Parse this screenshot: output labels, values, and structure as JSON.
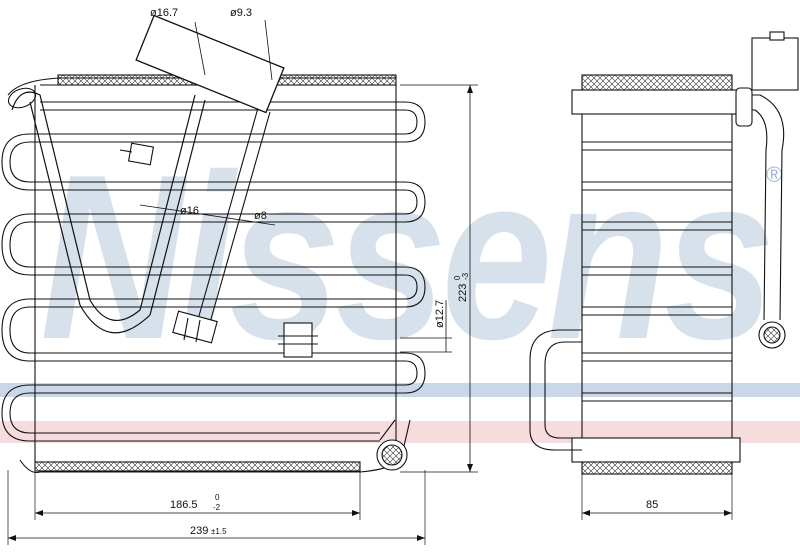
{
  "brand": {
    "watermark": "Nissens",
    "registered_mark": "®",
    "watermark_color": "#c9d7e6",
    "stripe_blue": "#9db6d6",
    "stripe_pink": "#f2c4c8"
  },
  "dimensions": {
    "inlet_dia": "ø16.7",
    "outlet_dia": "ø9.3",
    "tube_dia_large": "ø16",
    "tube_dia_small": "ø8",
    "fin_pipe_dia": "ø12.7",
    "height": "223",
    "height_tol_upper": "0",
    "height_tol_lower": "-3",
    "core_width": "186.5",
    "core_width_tol_upper": "0",
    "core_width_tol_lower": "-2",
    "overall_width": "239",
    "overall_width_tol": "±1.5",
    "depth": "85"
  }
}
